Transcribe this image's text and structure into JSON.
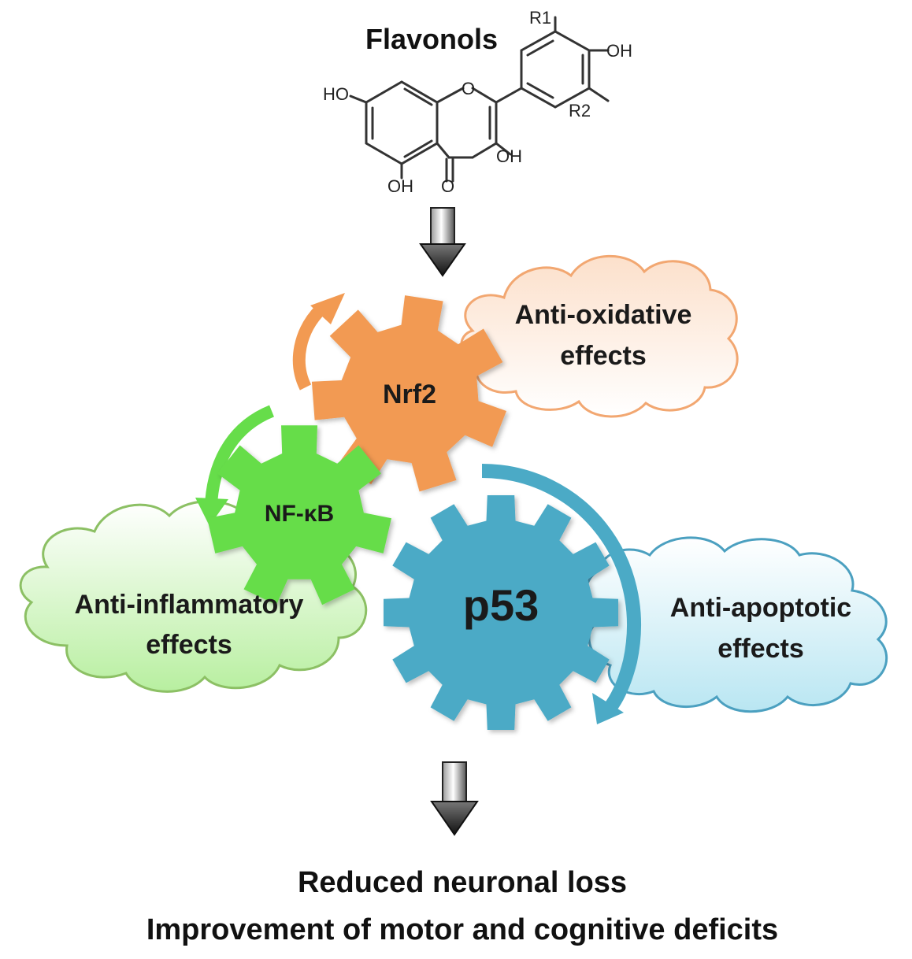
{
  "title": "Flavonols",
  "molecule": {
    "r1": "R1",
    "r2": "R2",
    "oh_b4": "OH",
    "oh_a7": "HO",
    "oh_c3": "OH",
    "oh_a5": "OH",
    "carbonyl": "O",
    "ring_o": "O"
  },
  "gears": {
    "nrf2": "Nrf2",
    "nfkb": "NF-κB",
    "p53": "p53"
  },
  "clouds": {
    "oxidative": [
      "Anti-oxidative",
      "effects"
    ],
    "inflammatory": [
      "Anti-inflammatory",
      "effects"
    ],
    "apoptotic": [
      "Anti-apoptotic",
      "effects"
    ]
  },
  "outcomes": {
    "line1": "Reduced neuronal loss",
    "line2": "Improvement of motor and cognitive deficits"
  },
  "colors": {
    "nrf2": "#F29A52",
    "nfkb": "#66DD4A",
    "p53": "#4BAAC6",
    "cloud_orange_edge": "#F2A771",
    "cloud_green_edge": "#8CC064",
    "cloud_blue_edge": "#4BA0C0",
    "arrow_dark": "#222222"
  }
}
